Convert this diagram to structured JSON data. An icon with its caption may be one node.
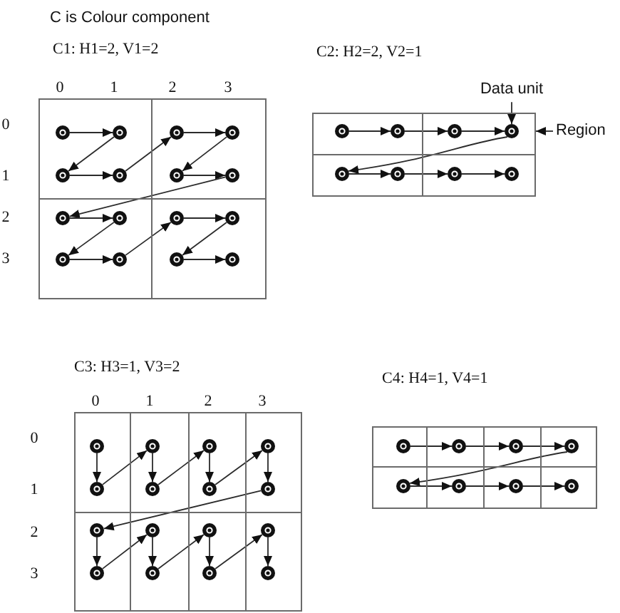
{
  "diagram": {
    "title": "C is Colour component",
    "nodes": [
      {
        "text": [],
        "shape": "box"
      },
      {
        "text": [],
        "shape": "circle",
        "in": 0
      },
      {
        "text": [],
        "shape": "circle",
        "in": 0
      },
      {
        "text": [],
        "shape": "circle",
        "in": 0
      },
      {
        "text": [],
        "shape": "circle",
        "in": 0
      },
      {
        "text": [],
        "shape": "box"
      },
      {
        "text": [],
        "shape": "circle",
        "in": 5
      },
      {
        "text": [],
        "shape": "circle",
        "in": 5
      },
      {
        "text": [],
        "shape": "circle",
        "in": 5
      },
      {
        "text": [],
        "shape": "circle",
        "in": 5
      },
      {
        "text": [],
        "shape": "box"
      },
      {
        "text": [],
        "shape": "circle",
        "in": 10
      },
      {
        "text": [],
        "shape": "circle",
        "in": 10
      },
      {
        "text": [],
        "shape": "circle",
        "in": 10
      },
      {
        "text": [],
        "shape": "circle",
        "in": 10
      },
      {
        "text": [],
        "shape": "box"
      },
      {
        "text": [],
        "shape": "circle",
        "in": 15
      },
      {
        "text": [],
        "shape": "circle",
        "in": 15
      },
      {
        "text": [],
        "shape": "circle",
        "in": 15
      },
      {
        "text": [],
        "shape": "circle",
        "in": 15
      },
      {
        "text": [
          "Data unit"
        ]
      },
      {
        "text": [],
        "shape": "box"
      },
      {
        "text": [],
        "shape": "circle",
        "in": 21
      },
      {
        "text": [],
        "shape": "circle",
        "in": 21
      },
      {
        "text": [],
        "shape": "box"
      },
      {
        "text": [],
        "shape": "circle",
        "in": 24
      },
      {
        "text": [],
        "shape": "circle",
        "in": 24
      },
      {
        "text": [],
        "shape": "box"
      },
      {
        "text": [],
        "shape": "circle",
        "in": 27
      },
      {
        "text": [],
        "shape": "circle",
        "in": 27
      },
      {
        "text": [],
        "shape": "box"
      },
      {
        "text": [],
        "shape": "circle",
        "in": 30
      },
      {
        "text": [],
        "shape": "circle",
        "in": 30
      },
      {
        "text": [
          "Region"
        ]
      },
      {
        "text": [],
        "shape": "box"
      },
      {
        "text": [],
        "shape": "circle",
        "in": 34
      },
      {
        "text": [],
        "shape": "circle",
        "in": 34
      },
      {
        "text": [],
        "shape": "box"
      },
      {
        "text": [],
        "shape": "circle",
        "in": 37
      },
      {
        "text": [],
        "shape": "circle",
        "in": 37
      },
      {
        "text": [],
        "shape": "box"
      },
      {
        "text": [],
        "shape": "circle",
        "in": 40
      },
      {
        "text": [],
        "shape": "circle",
        "in": 40
      },
      {
        "text": [],
        "shape": "box"
      },
      {
        "text": [],
        "shape": "circle",
        "in": 43
      },
      {
        "text": [],
        "shape": "circle",
        "in": 43
      },
      {
        "text": [],
        "shape": "box"
      },
      {
        "text": [],
        "shape": "circle",
        "in": 46
      },
      {
        "text": [],
        "shape": "circle",
        "in": 46
      },
      {
        "text": [],
        "shape": "box"
      },
      {
        "text": [],
        "shape": "circle",
        "in": 49
      },
      {
        "text": [],
        "shape": "circle",
        "in": 49
      },
      {
        "text": [],
        "shape": "box"
      },
      {
        "text": [],
        "shape": "circle",
        "in": 52
      },
      {
        "text": [],
        "shape": "circle",
        "in": 52
      },
      {
        "text": [],
        "shape": "box"
      },
      {
        "text": [],
        "shape": "circle",
        "in": 55
      },
      {
        "text": [],
        "shape": "circle",
        "in": 55
      },
      {
        "text": [],
        "shape": "box"
      },
      {
        "text": [],
        "shape": "circle",
        "in": 58
      },
      {
        "text": [],
        "shape": "box"
      },
      {
        "text": [],
        "shape": "circle",
        "in": 60
      },
      {
        "text": [],
        "shape": "box"
      },
      {
        "text": [],
        "shape": "circle",
        "in": 62
      },
      {
        "text": [],
        "shape": "box"
      },
      {
        "text": [],
        "shape": "circle",
        "in": 64
      },
      {
        "text": [],
        "shape": "box"
      },
      {
        "text": [],
        "shape": "circle",
        "in": 66
      },
      {
        "text": [],
        "shape": "box"
      },
      {
        "text": [],
        "shape": "circle",
        "in": 68
      },
      {
        "text": [],
        "shape": "box"
      },
      {
        "text": [],
        "shape": "circle",
        "in": 70
      },
      {
        "text": [],
        "shape": "box"
      },
      {
        "text": [],
        "shape": "circle",
        "in": 72
      }
    ],
    "edges": [
      {
        "from": 1,
        "to": 2,
        "arrow": "to"
      },
      {
        "from": 2,
        "to": 3,
        "arrow": "to"
      },
      {
        "from": 3,
        "to": 4,
        "arrow": "to"
      },
      {
        "from": 4,
        "to": 6,
        "arrow": "to"
      },
      {
        "from": 6,
        "to": 7,
        "arrow": "to"
      },
      {
        "from": 7,
        "to": 8,
        "arrow": "to"
      },
      {
        "from": 8,
        "to": 9,
        "arrow": "to"
      },
      {
        "from": 9,
        "to": 11,
        "arrow": "to"
      },
      {
        "from": 11,
        "to": 12,
        "arrow": "to"
      },
      {
        "from": 12,
        "to": 13,
        "arrow": "to"
      },
      {
        "from": 13,
        "to": 14,
        "arrow": "to"
      },
      {
        "from": 14,
        "to": 16,
        "arrow": "to"
      },
      {
        "from": 16,
        "to": 17,
        "arrow": "to"
      },
      {
        "from": 17,
        "to": 18,
        "arrow": "to"
      },
      {
        "from": 18,
        "to": 19,
        "arrow": "to"
      },
      {
        "from": 22,
        "to": 23,
        "arrow": "to"
      },
      {
        "from": 23,
        "to": 25,
        "arrow": "to"
      },
      {
        "from": 25,
        "to": 26,
        "arrow": "to"
      },
      {
        "from": 26,
        "to": 28,
        "arrow": "to"
      },
      {
        "from": 28,
        "to": 29,
        "arrow": "to"
      },
      {
        "from": 29,
        "to": 31,
        "arrow": "to"
      },
      {
        "from": 31,
        "to": 32,
        "arrow": "to"
      },
      {
        "from": 20,
        "to": 26,
        "arrow": "to"
      },
      {
        "from": 33,
        "to": 24,
        "arrow": "to"
      },
      {
        "from": 35,
        "to": 36,
        "arrow": "to"
      },
      {
        "from": 36,
        "to": 38,
        "arrow": "to"
      },
      {
        "from": 38,
        "to": 39,
        "arrow": "to"
      },
      {
        "from": 39,
        "to": 41,
        "arrow": "to"
      },
      {
        "from": 41,
        "to": 42,
        "arrow": "to"
      },
      {
        "from": 42,
        "to": 44,
        "arrow": "to"
      },
      {
        "from": 44,
        "to": 45,
        "arrow": "to"
      },
      {
        "from": 45,
        "to": 47,
        "arrow": "to"
      },
      {
        "from": 47,
        "to": 48,
        "arrow": "to"
      },
      {
        "from": 48,
        "to": 50,
        "arrow": "to"
      },
      {
        "from": 50,
        "to": 51,
        "arrow": "to"
      },
      {
        "from": 51,
        "to": 53,
        "arrow": "to"
      },
      {
        "from": 53,
        "to": 54,
        "arrow": "to"
      },
      {
        "from": 54,
        "to": 56,
        "arrow": "to"
      },
      {
        "from": 56,
        "to": 57,
        "arrow": "to"
      },
      {
        "from": 59,
        "to": 61,
        "arrow": "to"
      },
      {
        "from": 61,
        "to": 63,
        "arrow": "to"
      },
      {
        "from": 63,
        "to": 65,
        "arrow": "to"
      },
      {
        "from": 65,
        "to": 67,
        "arrow": "to"
      },
      {
        "from": 67,
        "to": 69,
        "arrow": "to"
      },
      {
        "from": 69,
        "to": 71,
        "arrow": "to"
      },
      {
        "from": 71,
        "to": 73,
        "arrow": "to"
      }
    ],
    "labels": [
      "C1: H1=2, V1=2",
      "C2: H2=2, V2=1",
      "0",
      "1",
      "2",
      "3",
      "0",
      "1",
      "2",
      "3",
      "C3: H3=1, V3=2",
      "C4: H4=1, V4=1",
      "0",
      "1",
      "2",
      "3",
      "0",
      "1",
      "2",
      "3"
    ]
  }
}
